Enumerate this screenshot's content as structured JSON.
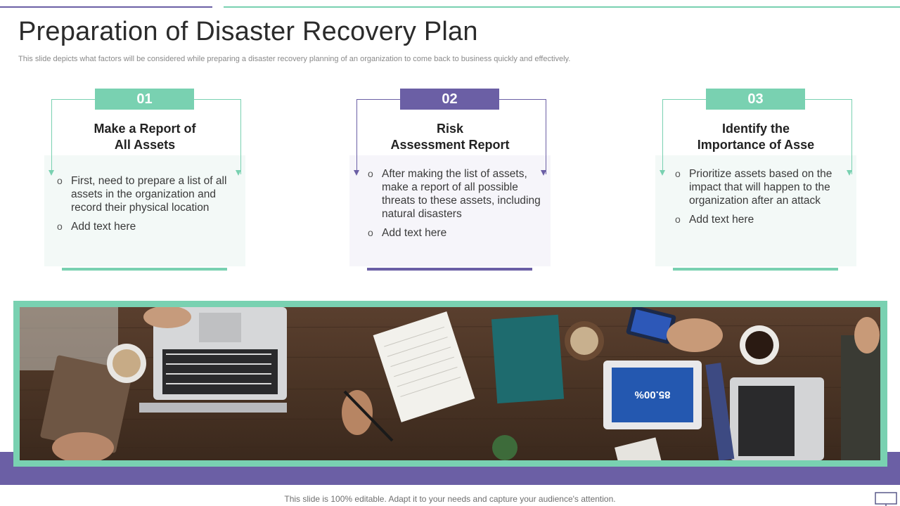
{
  "slide": {
    "title": "Preparation of Disaster Recovery Plan",
    "subtitle": "This slide depicts what factors will be considered while preparing a disaster recovery planning of an organization to come back to business quickly and effectively.",
    "footer": "This slide is 100% editable. Adapt it to your needs and capture your audience's attention."
  },
  "colors": {
    "green": "#79d1b1",
    "purple": "#6b5fa5",
    "green_bg": "#f3f9f7",
    "purple_bg": "#f6f5fa"
  },
  "cards": [
    {
      "number": "01",
      "heading_line1": "Make a Report of",
      "heading_line2": "All Assets",
      "bullets": [
        "First, need to prepare a list of all assets in the organization and record their physical location",
        "Add text here"
      ]
    },
    {
      "number": "02",
      "heading_line1": "Risk",
      "heading_line2": "Assessment Report",
      "bullets": [
        "After making the list of assets, make a report of all possible threats to these assets, including natural disasters",
        "Add text here"
      ]
    },
    {
      "number": "03",
      "heading_line1": "Identify the",
      "heading_line2": "Importance of Asse",
      "bullets": [
        "Prioritize  assets based on the impact that will happen to the organization after an attack",
        "Add text here"
      ]
    }
  ],
  "photo": {
    "tablet_value": "85.00%"
  },
  "icons": {
    "presentation": "screen-icon"
  }
}
